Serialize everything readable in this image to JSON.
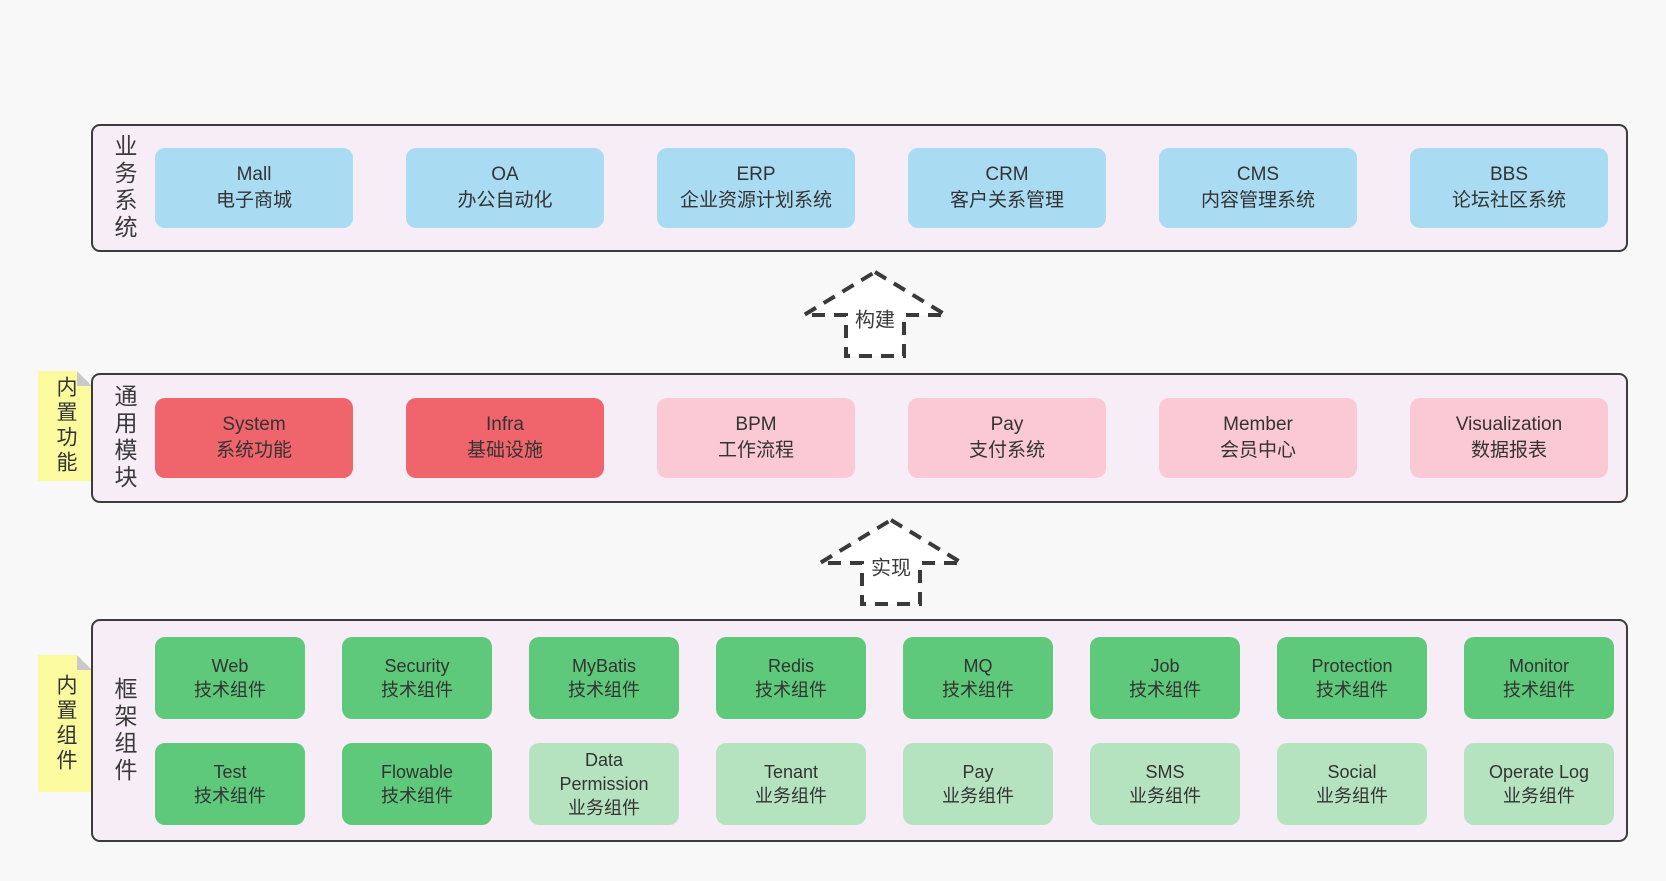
{
  "colors": {
    "band_bg": "#f7edf6",
    "border": "#3c3c3c",
    "blue": "#a9dbf2",
    "red": "#f0656c",
    "pink": "#fac9d3",
    "green": "#5ec97a",
    "light_green": "#b6e3bf",
    "sticky": "#fbfa9e",
    "fold": "#c9c9c9",
    "arrow": "#3a3a3a"
  },
  "bands": [
    {
      "id": "business",
      "label": "业务系统",
      "boxes": [
        {
          "en": "Mall",
          "zh": "电子商城",
          "style": "blue"
        },
        {
          "en": "OA",
          "zh": "办公自动化",
          "style": "blue"
        },
        {
          "en": "ERP",
          "zh": "企业资源计划系统",
          "style": "blue"
        },
        {
          "en": "CRM",
          "zh": "客户关系管理",
          "style": "blue"
        },
        {
          "en": "CMS",
          "zh": "内容管理系统",
          "style": "blue"
        },
        {
          "en": "BBS",
          "zh": "论坛社区系统",
          "style": "blue"
        }
      ]
    },
    {
      "id": "modules",
      "label": "通用模块",
      "sticky": "内置功能",
      "boxes": [
        {
          "en": "System",
          "zh": "系统功能",
          "style": "red"
        },
        {
          "en": "Infra",
          "zh": "基础设施",
          "style": "red"
        },
        {
          "en": "BPM",
          "zh": "工作流程",
          "style": "pink"
        },
        {
          "en": "Pay",
          "zh": "支付系统",
          "style": "pink"
        },
        {
          "en": "Member",
          "zh": "会员中心",
          "style": "pink"
        },
        {
          "en": "Visualization",
          "zh": "数据报表",
          "style": "pink"
        }
      ]
    },
    {
      "id": "components",
      "label": "框架组件",
      "sticky": "内置组件",
      "boxes": [
        {
          "en": "Web",
          "zh": "技术组件",
          "style": "green"
        },
        {
          "en": "Security",
          "zh": "技术组件",
          "style": "green"
        },
        {
          "en": "MyBatis",
          "zh": "技术组件",
          "style": "green"
        },
        {
          "en": "Redis",
          "zh": "技术组件",
          "style": "green"
        },
        {
          "en": "MQ",
          "zh": "技术组件",
          "style": "green"
        },
        {
          "en": "Job",
          "zh": "技术组件",
          "style": "green"
        },
        {
          "en": "Protection",
          "zh": "技术组件",
          "style": "green"
        },
        {
          "en": "Monitor",
          "zh": "技术组件",
          "style": "green"
        },
        {
          "en": "Test",
          "zh": "技术组件",
          "style": "green"
        },
        {
          "en": "Flowable",
          "zh": "技术组件",
          "style": "green"
        },
        {
          "en": "Data Permission",
          "zh": "业务组件",
          "style": "light_green"
        },
        {
          "en": "Tenant",
          "zh": "业务组件",
          "style": "light_green"
        },
        {
          "en": "Pay",
          "zh": "业务组件",
          "style": "light_green"
        },
        {
          "en": "SMS",
          "zh": "业务组件",
          "style": "light_green"
        },
        {
          "en": "Social",
          "zh": "业务组件",
          "style": "light_green"
        },
        {
          "en": "Operate Log",
          "zh": "业务组件",
          "style": "light_green"
        }
      ]
    }
  ],
  "arrows": [
    {
      "label": "构建"
    },
    {
      "label": "实现"
    }
  ]
}
